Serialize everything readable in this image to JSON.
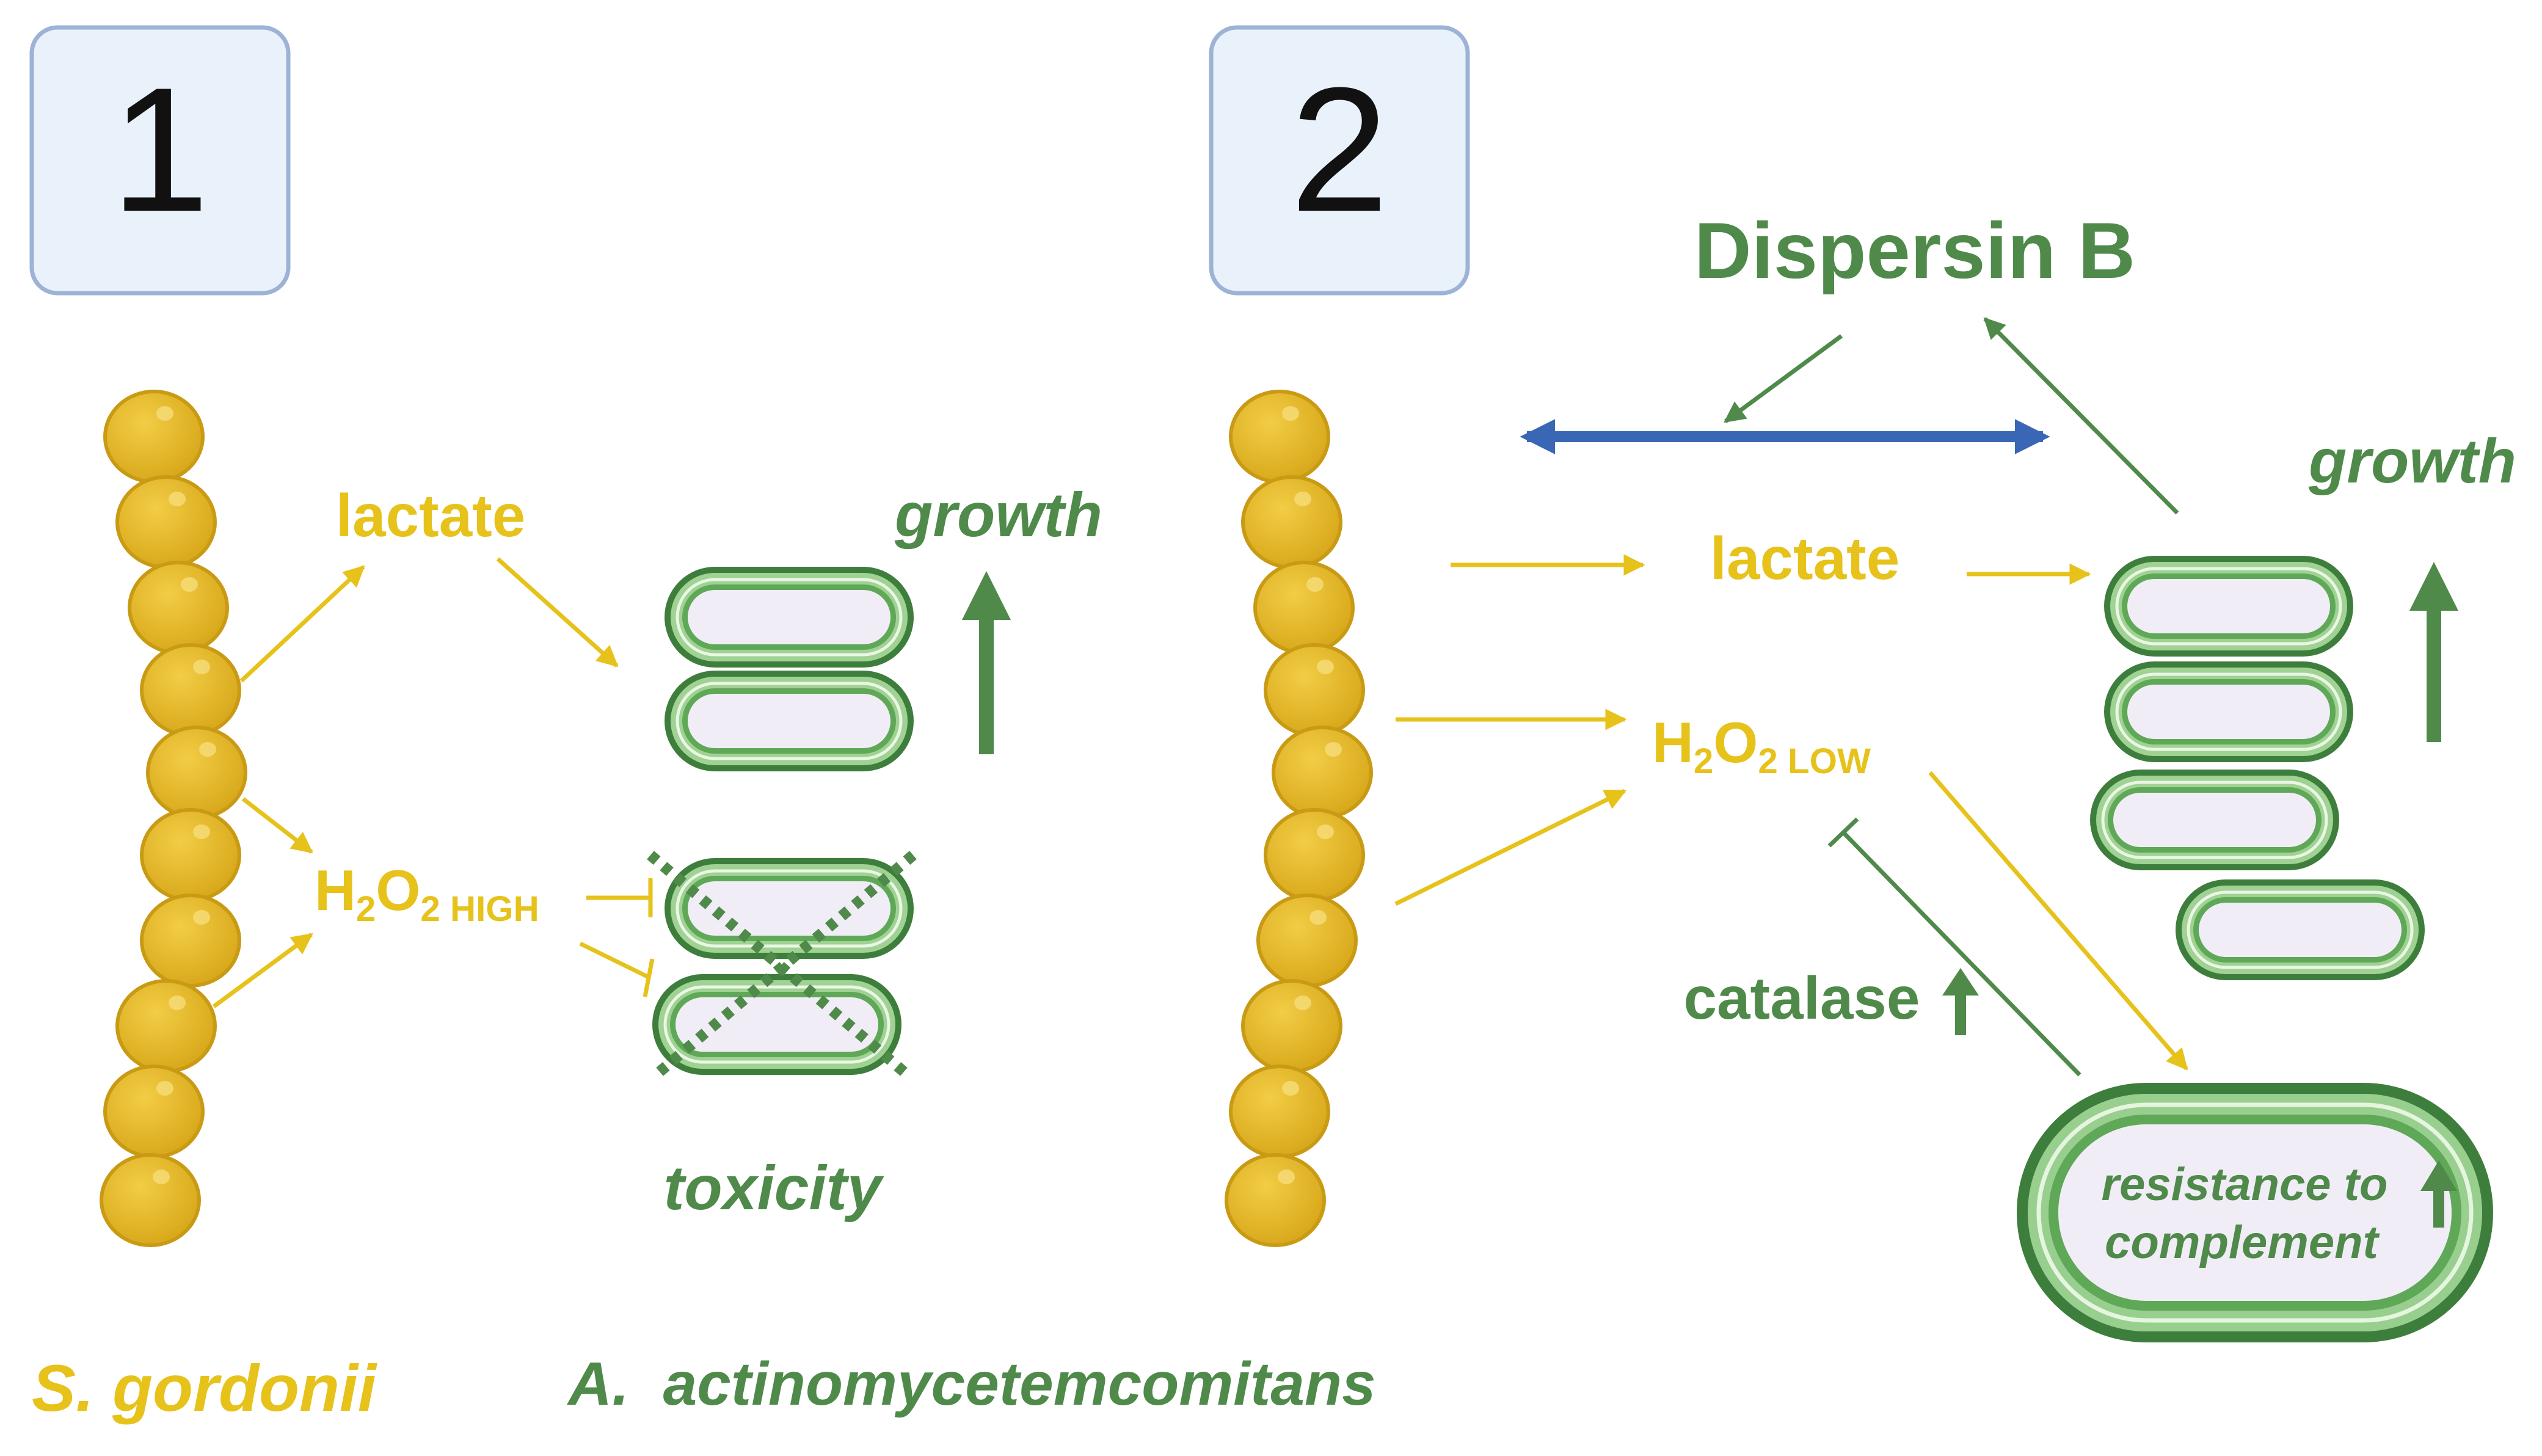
{
  "panels": [
    {
      "number": "1"
    },
    {
      "number": "2"
    }
  ],
  "panel1": {
    "lactate": "lactate",
    "h2o2": {
      "main": "H",
      "sub1": "2",
      "mid": "O",
      "sub2": "2",
      "level": " HIGH"
    },
    "growth": "growth",
    "toxicity": "toxicity"
  },
  "panel2": {
    "dispersin": "Dispersin B",
    "lactate": "lactate",
    "h2o2": {
      "main": "H",
      "sub1": "2",
      "mid": "O",
      "sub2": "2",
      "level": " LOW"
    },
    "growth": "growth",
    "catalase": "catalase",
    "resistance_line1": "resistance to",
    "resistance_line2": "complement"
  },
  "legend": {
    "species1": "S. gordonii",
    "species2": "A.  actinomycetemcomitans"
  },
  "colors": {
    "yellow": "#e6c21a",
    "green": "#4f8a4b",
    "blue": "#3a67b5",
    "coccus_fill": "#e2b62a",
    "coccus_stroke": "#c99a14",
    "panel_box_fill": "#e9f1fb",
    "panel_box_stroke": "#9db3d6"
  },
  "icons": [
    "coccus-chain",
    "rod-bacterium",
    "up-arrow",
    "inhibition-arrow",
    "double-arrow",
    "cross-out-mark"
  ]
}
